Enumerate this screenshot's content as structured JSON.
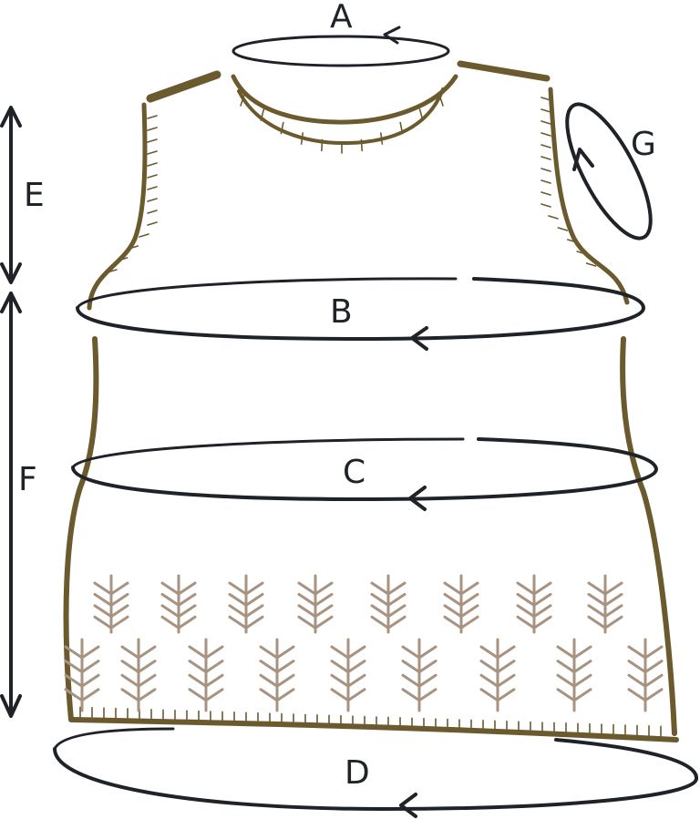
{
  "labels": {
    "a": "A",
    "b": "B",
    "c": "C",
    "d": "D",
    "e": "E",
    "f": "F",
    "g": "G"
  },
  "colors": {
    "outline": "#6b5a2e",
    "ink": "#1f2328",
    "motif": "#a89380",
    "paper": "#ffffff"
  }
}
